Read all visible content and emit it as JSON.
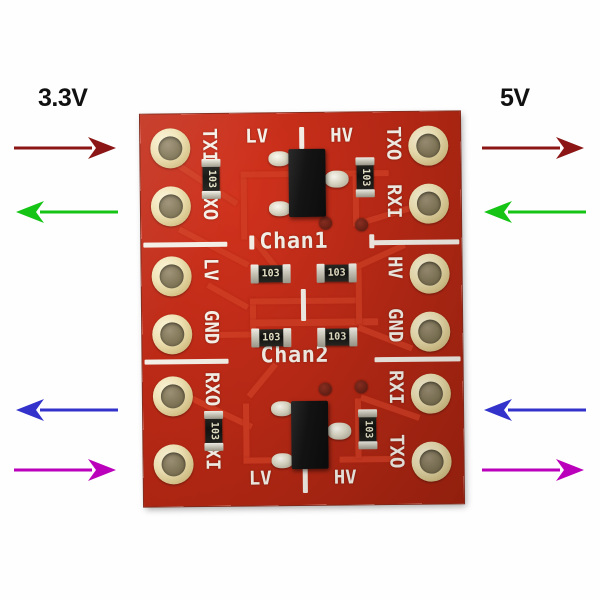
{
  "scene": {
    "type": "product-photo",
    "subject": "bi-directional logic level converter breakout board",
    "background_color": "#fefefe"
  },
  "annotations": {
    "left_voltage_label": "3.3V",
    "right_voltage_label": "5V",
    "arrows": [
      {
        "name": "top-left-arrow",
        "direction": "right",
        "color": "#8c1616",
        "side": "left"
      },
      {
        "name": "second-left-arrow",
        "direction": "left",
        "color": "#16c416",
        "side": "left"
      },
      {
        "name": "third-left-arrow",
        "direction": "left",
        "color": "#3333cc",
        "side": "left"
      },
      {
        "name": "bottom-left-arrow",
        "direction": "right",
        "color": "#bb00bb",
        "side": "left"
      },
      {
        "name": "top-right-arrow",
        "direction": "right",
        "color": "#8c1616",
        "side": "right"
      },
      {
        "name": "second-right-arrow",
        "direction": "left",
        "color": "#16c416",
        "side": "right"
      },
      {
        "name": "third-right-arrow",
        "direction": "left",
        "color": "#3333cc",
        "side": "right"
      },
      {
        "name": "bottom-right-arrow",
        "direction": "right",
        "color": "#bb00bb",
        "side": "right"
      }
    ]
  },
  "board": {
    "color": "#bc2a16",
    "silkscreen_color": "#f6f1e8",
    "pad_color": "#e3d3a0",
    "channel_labels": {
      "chan1": "Chan1",
      "chan2": "Chan2"
    },
    "silkscreen": {
      "top_left": {
        "pin_1": "TXI",
        "pin_2": "RXO",
        "rail": "LV"
      },
      "top_right": {
        "rail": "HV",
        "pin_1": "TXO",
        "pin_2": "RXI"
      },
      "middle_left": {
        "pin_1": "LV",
        "pin_2": "GND"
      },
      "middle_right": {
        "pin_1": "HV",
        "pin_2": "GND"
      },
      "bottom_left": {
        "pin_1": "RXO",
        "pin_2": "TXI",
        "rail": "LV"
      },
      "bottom_right": {
        "pin_1": "RXI",
        "pin_2": "TXO",
        "rail": "HV"
      }
    },
    "components": {
      "resistor_code": "103",
      "resistor_count": 8,
      "mosfet_count": 2,
      "mosfet_package": "SOT-23",
      "pad_count": 12
    }
  }
}
